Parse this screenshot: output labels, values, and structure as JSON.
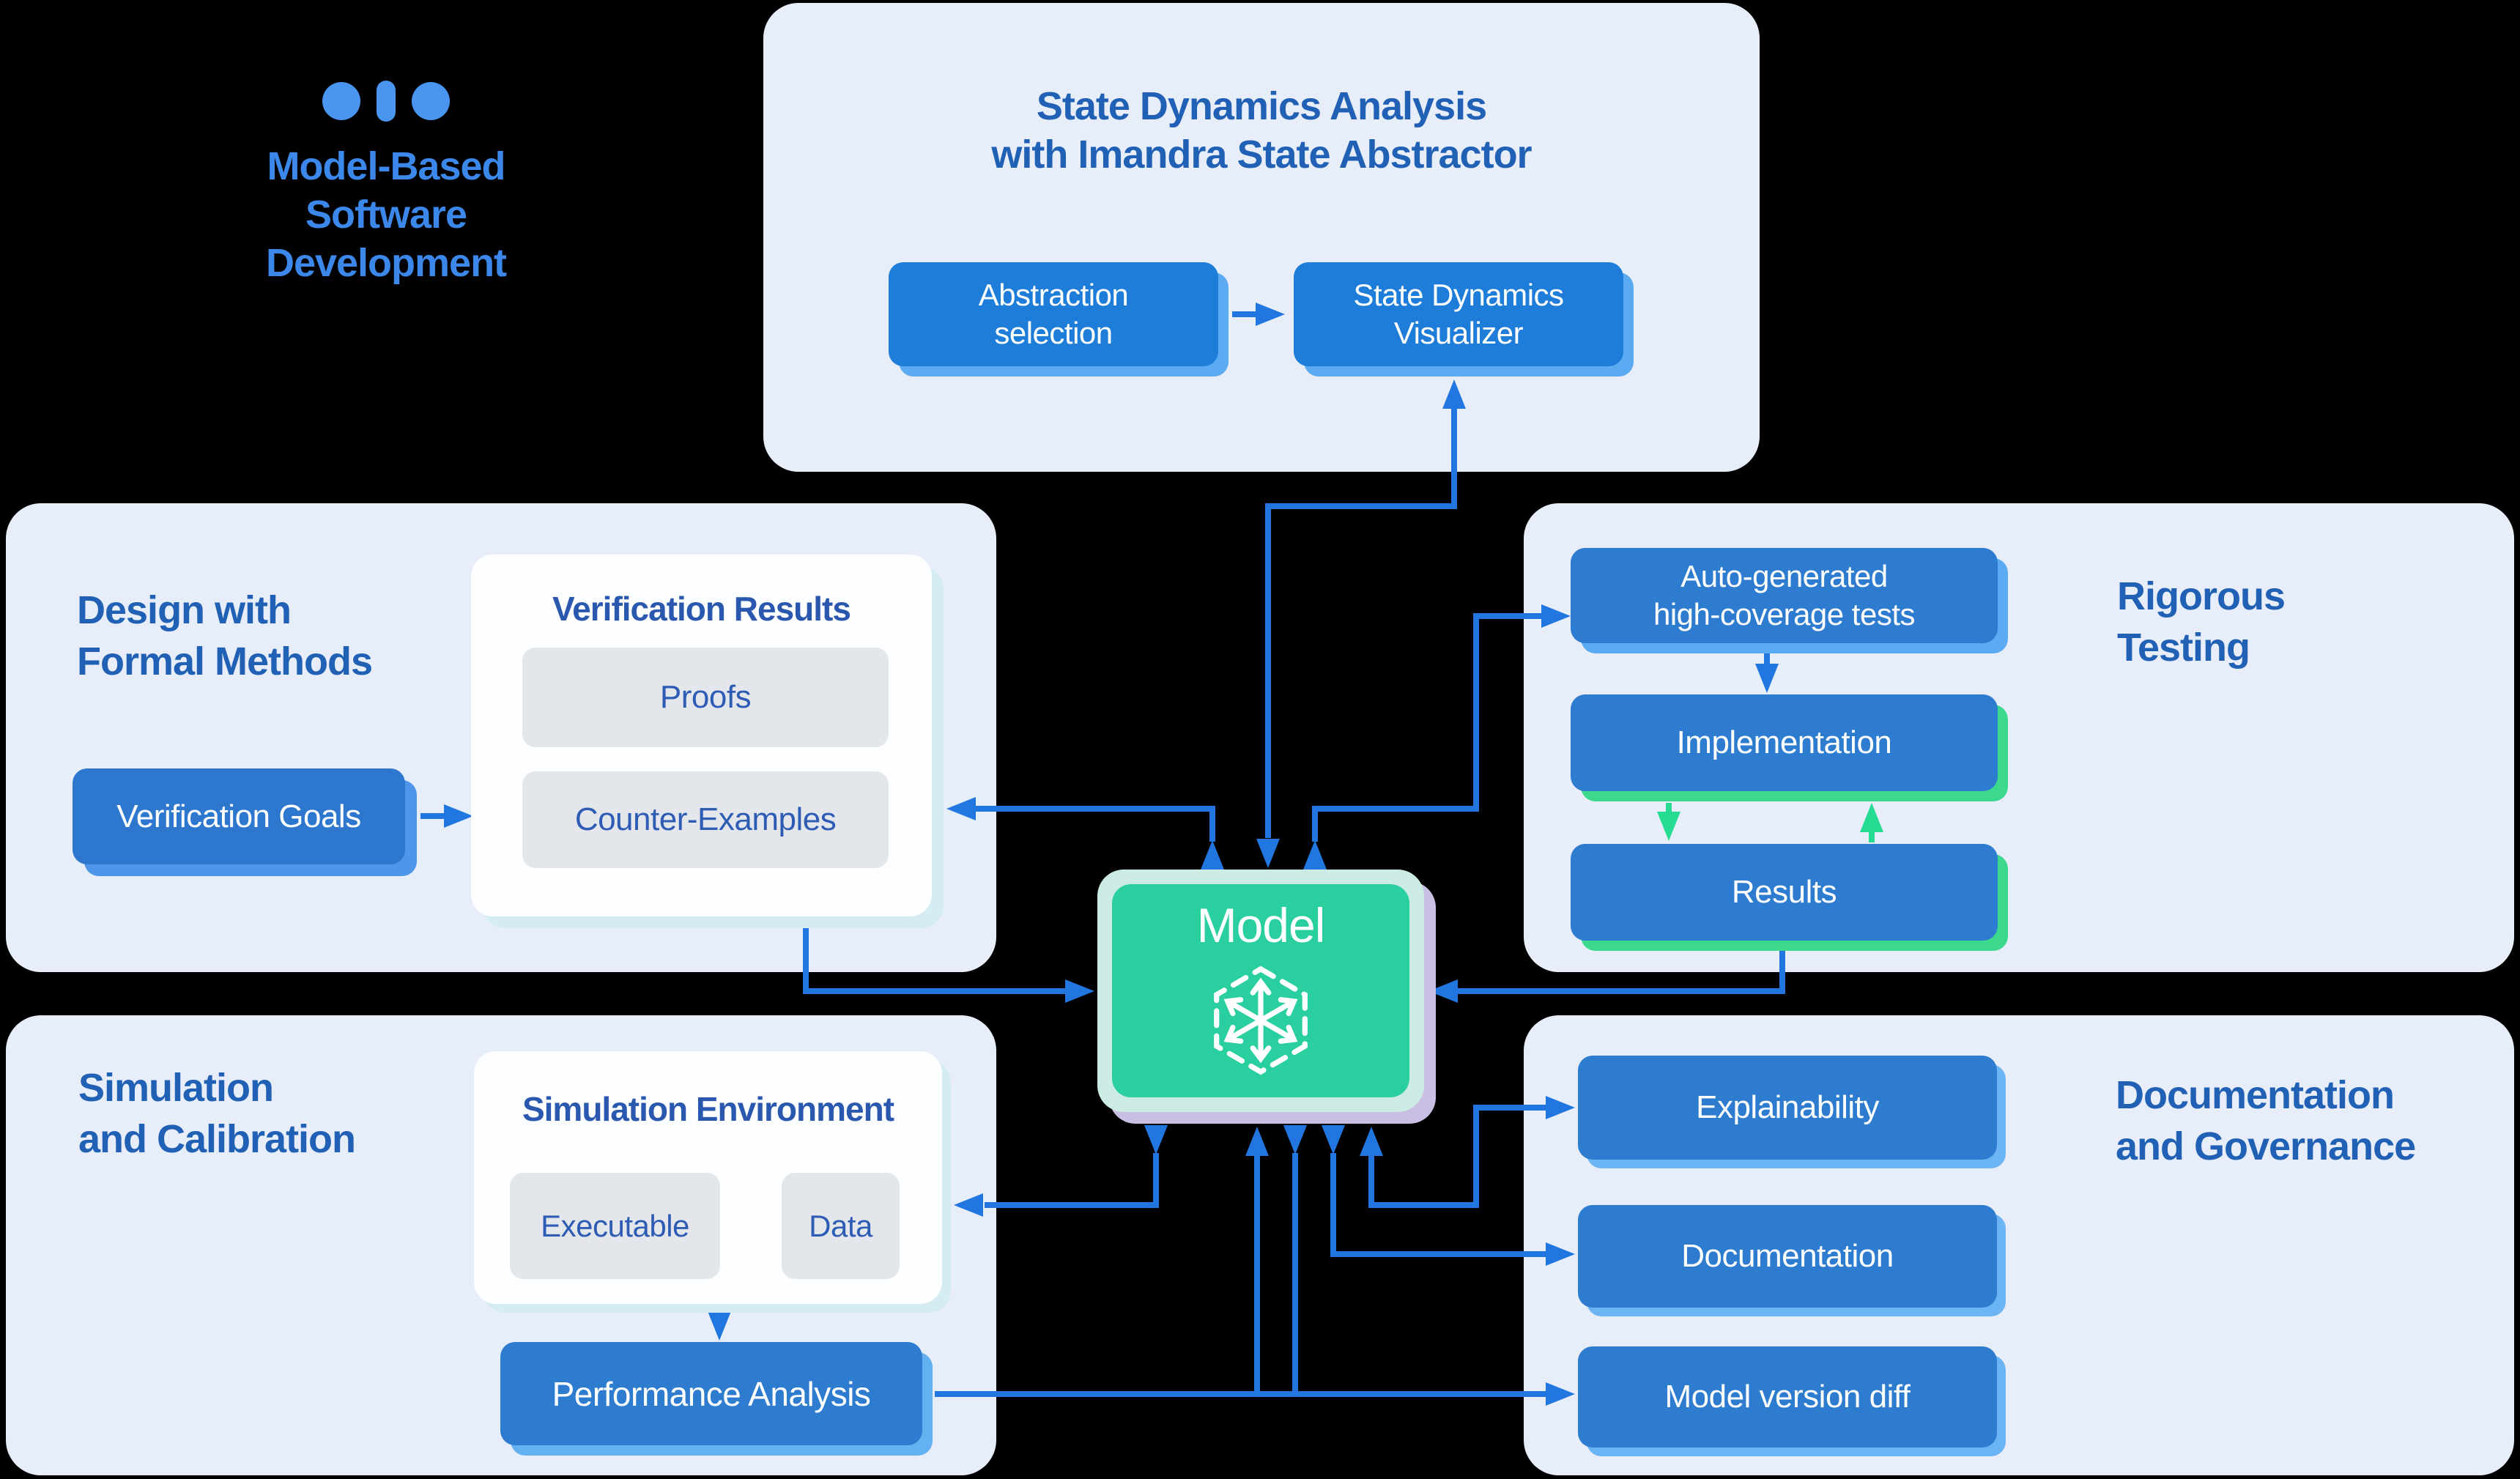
{
  "colors": {
    "background": "#000000",
    "panel": "#e8eef9",
    "card": "#fdfeff",
    "card_shadow": "#d5edf2",
    "gray_box": "#e3e6ea",
    "blue_box": "#2e7cd0",
    "blue_box_deep": "#1e7dd8",
    "blue_shadow": "#5babf3",
    "green_shadow": "#3bd88e",
    "goals_blue": "#2d78ce",
    "goals_shadow": "#4f95e9",
    "pa_shadow": "#64b1f2",
    "doc_shadow": "#6cb5f5",
    "connector": "#2276df",
    "green_arrow": "#25dc92",
    "title_blue": "#2161b5",
    "card_title": "#2a58ae",
    "box_text": "#2e5cb4",
    "logo_blue": "#4a95f0",
    "logo_text": "#3b87ea",
    "model_fill": "#29cf9f",
    "model_frame": "#cdebe5",
    "model_shadow": "#c8bfe2"
  },
  "logo": {
    "lines": [
      "Model-Based",
      "Software",
      "Development"
    ]
  },
  "top_panel": {
    "title_lines": [
      "State Dynamics Analysis",
      "with Imandra State Abstractor"
    ],
    "abstraction_button": [
      "Abstraction",
      "selection"
    ],
    "visualizer_button": [
      "State Dynamics",
      "Visualizer"
    ]
  },
  "design_panel": {
    "title_lines": [
      "Design with",
      "Formal Methods"
    ],
    "card_title": "Verification Results",
    "proofs": "Proofs",
    "counter_examples": "Counter-Examples",
    "goals_button": "Verification Goals"
  },
  "testing_panel": {
    "title_lines": [
      "Rigorous",
      "Testing"
    ],
    "tests_box": [
      "Auto-generated",
      "high-coverage tests"
    ],
    "implementation_box": "Implementation",
    "results_box": "Results"
  },
  "sim_panel": {
    "title_lines": [
      "Simulation",
      "and Calibration"
    ],
    "card_title": "Simulation Environment",
    "executable": "Executable",
    "data": "Data",
    "performance_button": "Performance Analysis"
  },
  "doc_panel": {
    "title_lines": [
      "Documentation",
      "and Governance"
    ],
    "explainability": "Explainability",
    "documentation": "Documentation",
    "version_diff": "Model version diff"
  },
  "model": {
    "label": "Model"
  }
}
